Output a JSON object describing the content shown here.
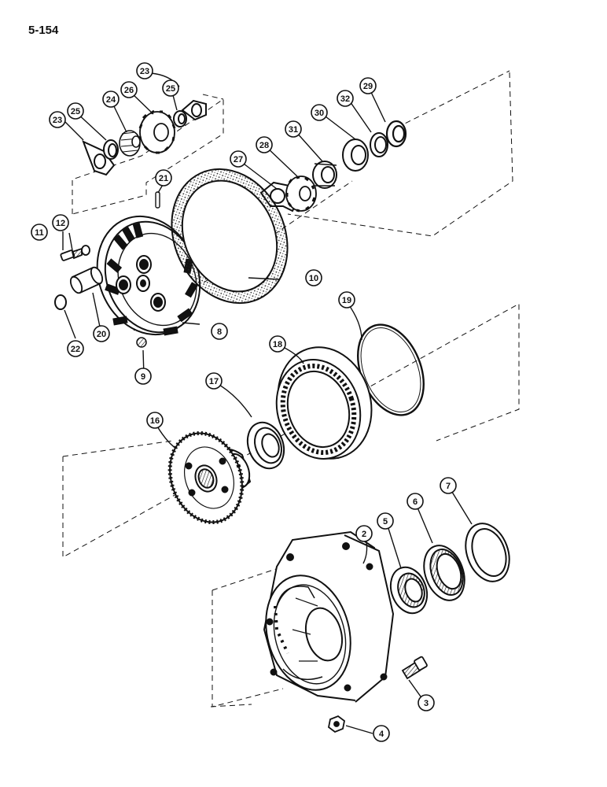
{
  "page": {
    "number": "5-154"
  },
  "callouts": [
    "2",
    "3",
    "4",
    "5",
    "6",
    "7",
    "8",
    "9",
    "10",
    "11",
    "12",
    "16",
    "17",
    "18",
    "19",
    "20",
    "21",
    "22",
    "23",
    "23",
    "24",
    "25",
    "25",
    "26",
    "27",
    "28",
    "29",
    "30",
    "31",
    "32"
  ],
  "colors": {
    "ink": "#111111",
    "paper": "#ffffff"
  }
}
